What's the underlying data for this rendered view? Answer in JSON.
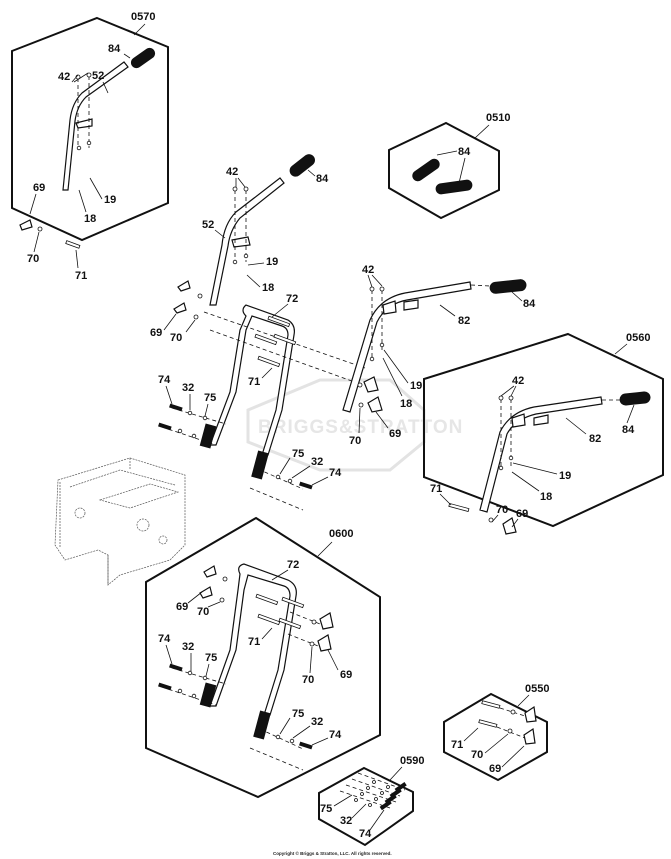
{
  "diagram": {
    "watermark": "BRIGGS&STRATTON",
    "copyright": "Copyright © Briggs & Stratton, LLC. All rights reserved.",
    "kits": {
      "k0570": "0570",
      "k0510": "0510",
      "k0560": "0560",
      "k0600": "0600",
      "k0550": "0550",
      "k0590": "0590"
    },
    "kit_0570": {
      "labels": [
        "84",
        "42",
        "52",
        "69",
        "19",
        "18",
        "70",
        "71"
      ]
    },
    "kit_0510": {
      "labels": [
        "84"
      ]
    },
    "main_left_handle": {
      "labels": [
        "42",
        "84",
        "52",
        "19",
        "18",
        "69",
        "70"
      ]
    },
    "main_lower_handle": {
      "labels": [
        "72",
        "71",
        "74",
        "32",
        "75",
        "75",
        "32",
        "74"
      ]
    },
    "main_right_handle": {
      "labels": [
        "42",
        "84",
        "82",
        "19",
        "18",
        "70",
        "69"
      ]
    },
    "kit_0560": {
      "labels": [
        "42",
        "82",
        "84",
        "19",
        "18",
        "71",
        "70",
        "69"
      ]
    },
    "kit_0600": {
      "labels": [
        "72",
        "69",
        "70",
        "71",
        "74",
        "32",
        "75",
        "70",
        "69",
        "75",
        "32",
        "74"
      ]
    },
    "kit_0550": {
      "labels": [
        "71",
        "70",
        "69"
      ]
    },
    "kit_0590": {
      "labels": [
        "75",
        "32",
        "74"
      ]
    }
  }
}
